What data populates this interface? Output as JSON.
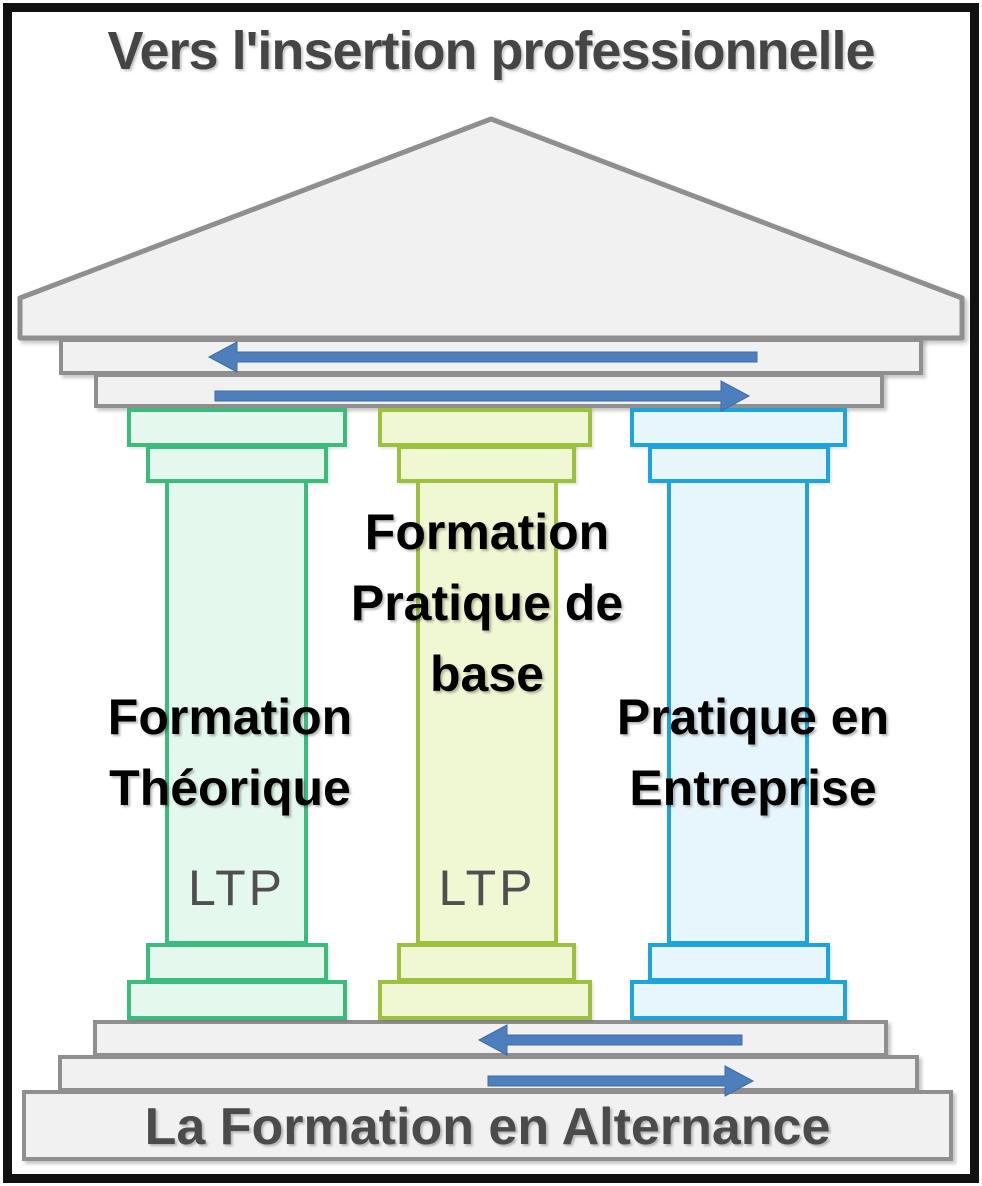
{
  "title": "Vers l'insertion professionnelle",
  "base_label": "La Formation en Alternance",
  "pillars": [
    {
      "name": "Formation Théorique",
      "label_lines": [
        "Formation",
        "Théorique"
      ],
      "tag": "LTP"
    },
    {
      "name": "Formation Pratique de base",
      "label_lines": [
        "Formation",
        "Pratique de",
        "base"
      ],
      "tag": "LTP"
    },
    {
      "name": "Pratique en Entreprise",
      "label_lines": [
        "Pratique en",
        "Entreprise"
      ]
    }
  ],
  "arrows": {
    "entablature": [
      "left",
      "right"
    ],
    "stylobate": [
      "left",
      "right"
    ]
  },
  "colors": {
    "frame": "#111111",
    "title_text": "#454545",
    "base_text": "#4b4b4b",
    "label_text": "#000000",
    "ltp_text": "#4f4f4f",
    "structure_fill": "#f1f1f1",
    "structure_border": "#8f8f8f",
    "arrow": "#4e7fbd",
    "green_fill": "#e5f8ee",
    "green_border": "#3bbc7d",
    "yellow_fill": "#f0f7d3",
    "yellow_border": "#9cc13e",
    "blue_fill": "#e7f5fc",
    "blue_border": "#1ea4dc"
  }
}
